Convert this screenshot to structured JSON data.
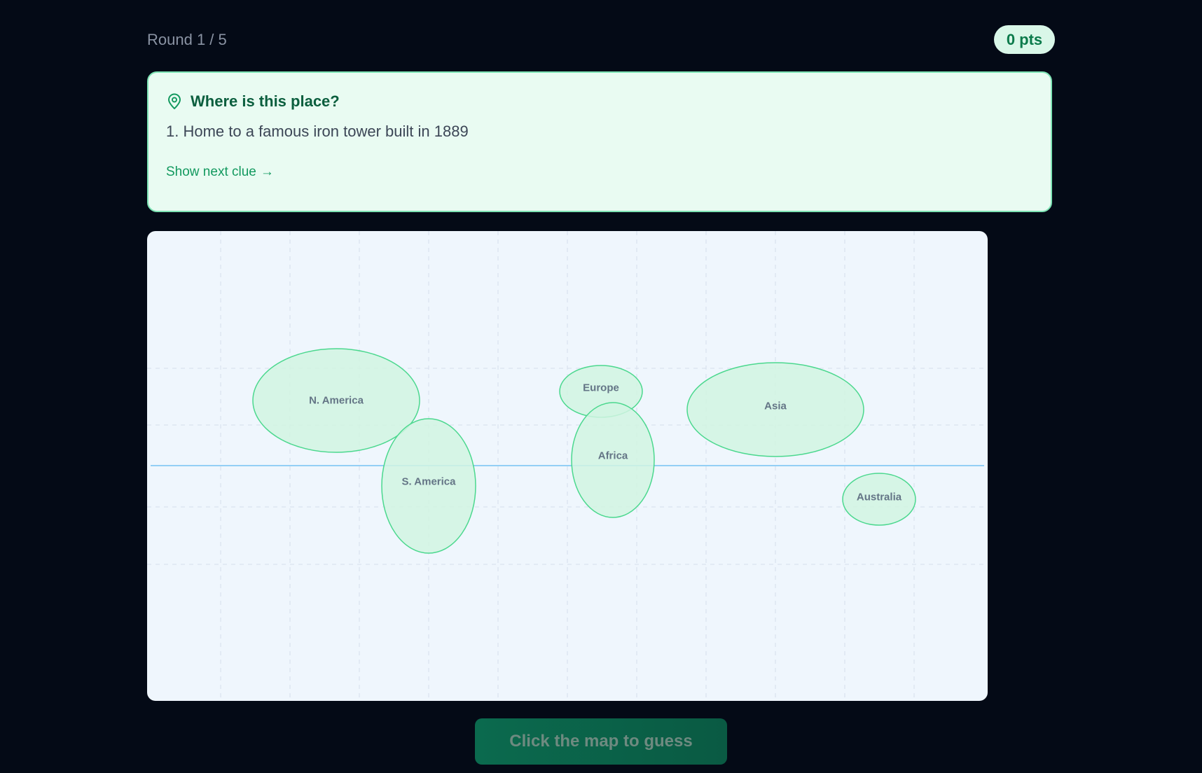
{
  "header": {
    "round_label": "Round 1 / 5",
    "score_label": "0 pts"
  },
  "clue_card": {
    "icon": "map-pin-icon",
    "title": "Where is this place?",
    "clue_text": "1. Home to a famous iron tower built in 1889",
    "next_clue_label": "Show next clue",
    "next_clue_icon": "→"
  },
  "map": {
    "continents": [
      {
        "id": "north-america",
        "label": "N. America"
      },
      {
        "id": "south-america",
        "label": "S. America"
      },
      {
        "id": "europe",
        "label": "Europe"
      },
      {
        "id": "africa",
        "label": "Africa"
      },
      {
        "id": "asia",
        "label": "Asia"
      },
      {
        "id": "australia",
        "label": "Australia"
      }
    ]
  },
  "footer": {
    "guess_button_label": "Click the map to guess"
  },
  "colors": {
    "page_background": "#040a16",
    "accent": "#13995f",
    "continent_fill": "#d1f5e2",
    "continent_stroke": "#4bd88e",
    "equator": "#93cff5",
    "map_background": "#eff6fd"
  }
}
